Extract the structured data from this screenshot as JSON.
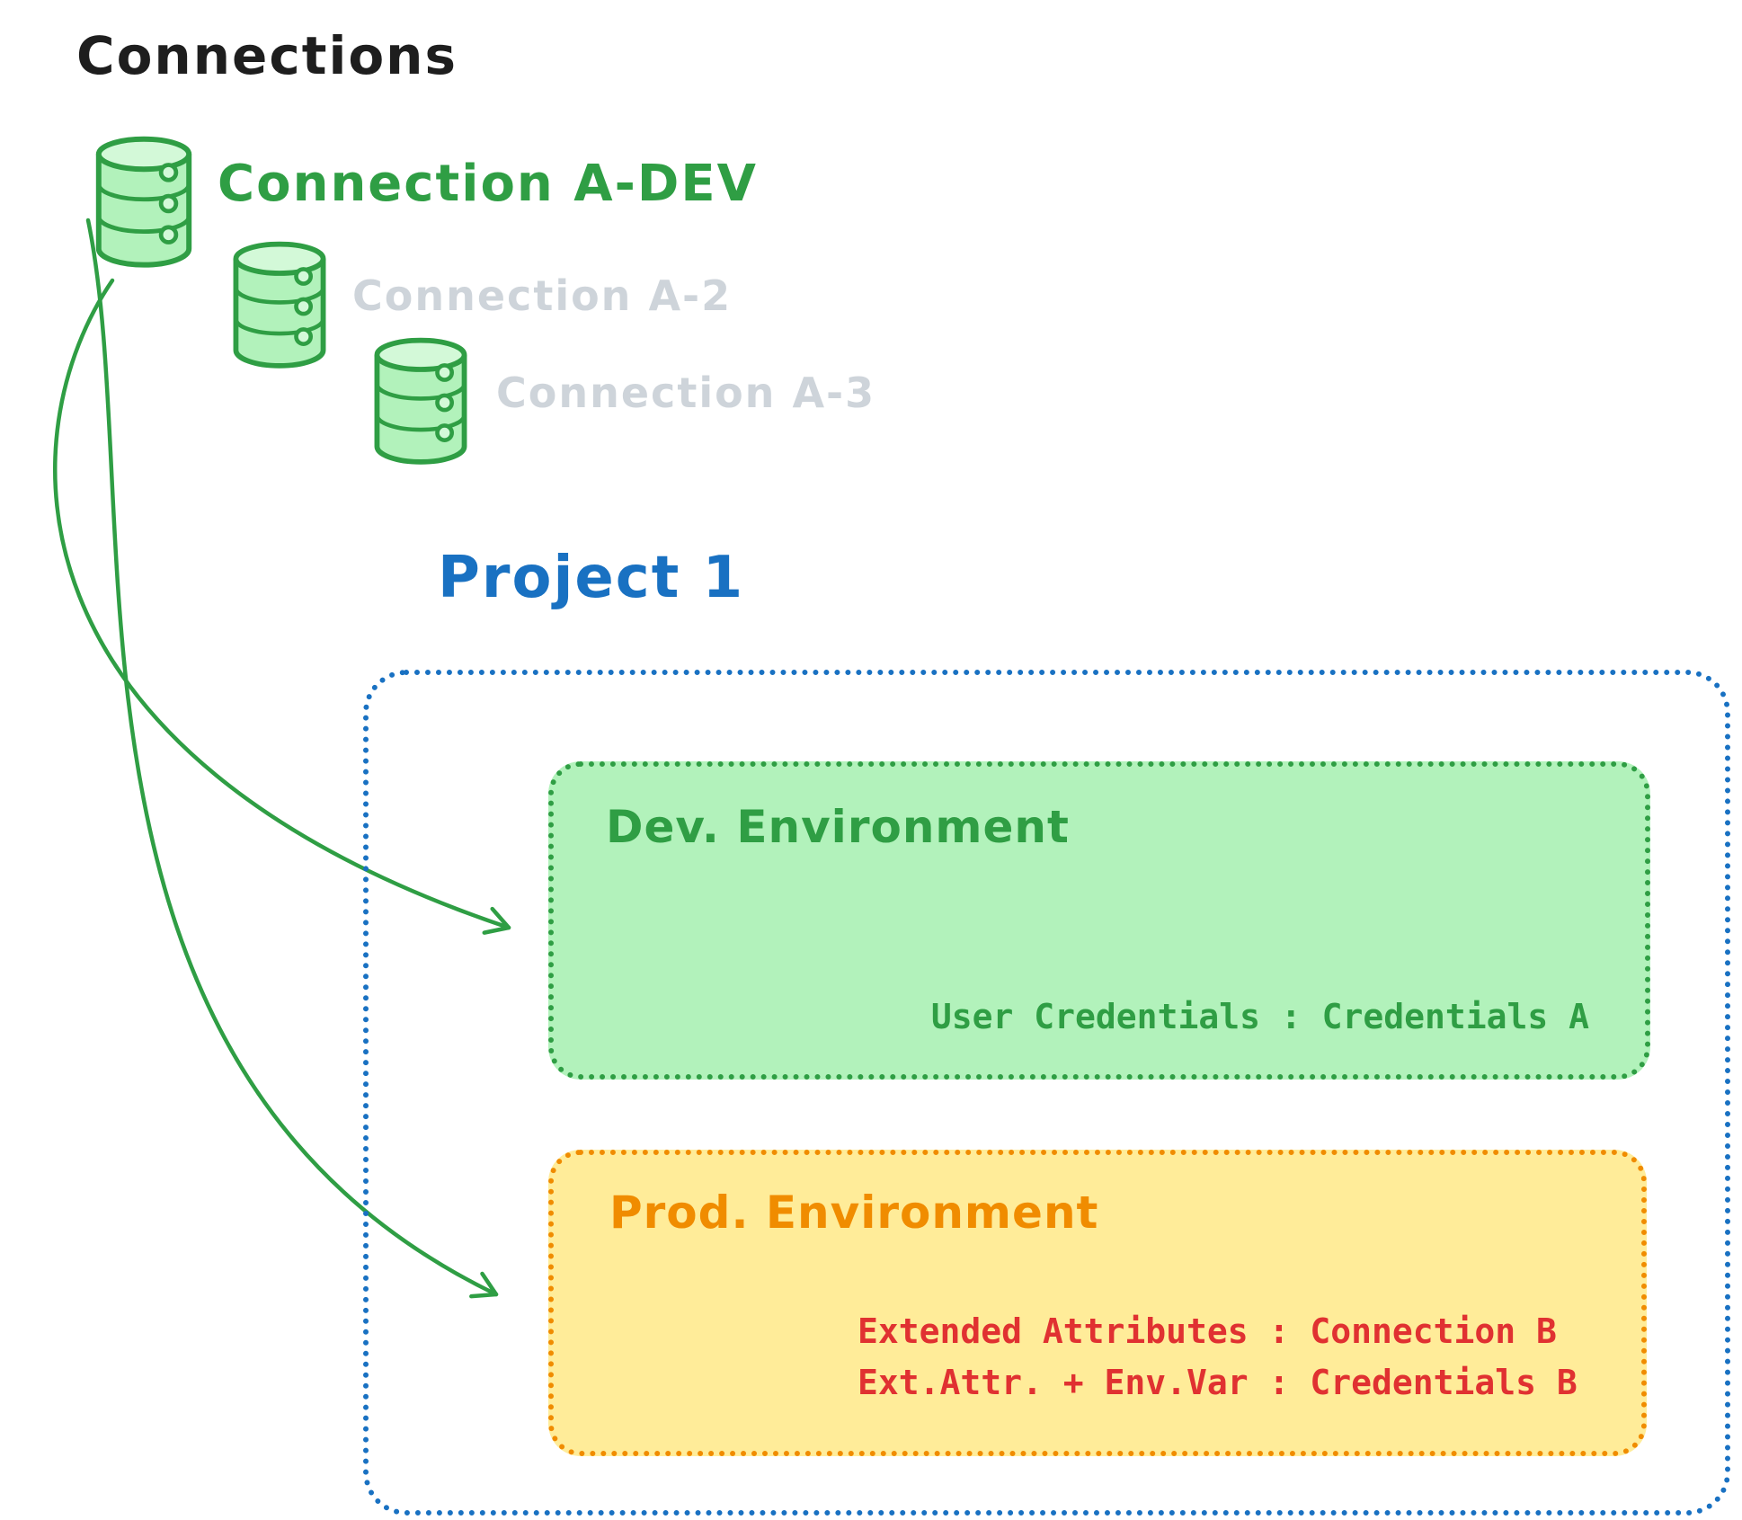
{
  "title": "Connections",
  "connections": [
    {
      "label": "Connection A-DEV",
      "state": "active"
    },
    {
      "label": "Connection A-2",
      "state": "inactive"
    },
    {
      "label": "Connection A-3",
      "state": "inactive"
    }
  ],
  "project": {
    "title": "Project 1",
    "environments": [
      {
        "name": "Dev. Environment",
        "bindings": [
          "User Credentials : Credentials A"
        ]
      },
      {
        "name": "Prod. Environment",
        "bindings": [
          "Extended Attributes : Connection B",
          "Ext.Attr. + Env.Var : Credentials B"
        ]
      }
    ]
  },
  "icons": {
    "connection": "database-icon",
    "link": "curved-arrow"
  },
  "colors": {
    "title_text": "#1e1e1e",
    "active_connection": "#2f9e44",
    "inactive_connection": "#ced4da",
    "project_border": "#1971c2",
    "dev_fill": "#b2f2bb",
    "dev_border": "#2f9e44",
    "prod_fill": "#ffec99",
    "prod_border": "#f08c00",
    "prod_text": "#e03131",
    "arrow": "#2f9e44"
  }
}
